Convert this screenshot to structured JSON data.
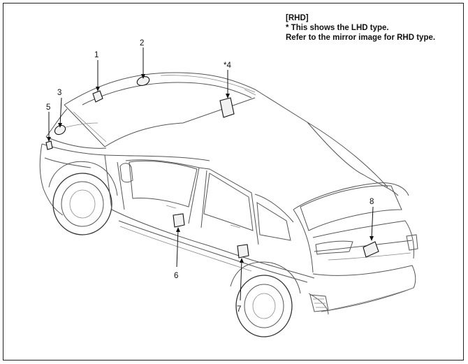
{
  "note": {
    "line1": "[RHD]",
    "line2": "* This shows the LHD type.",
    "line3": "Refer to the mirror image for RHD type."
  },
  "callouts": [
    {
      "id": "1",
      "label": "1"
    },
    {
      "id": "2",
      "label": "2"
    },
    {
      "id": "3",
      "label": "3"
    },
    {
      "id": "4",
      "label": "*4"
    },
    {
      "id": "5",
      "label": "5"
    },
    {
      "id": "6",
      "label": "6"
    },
    {
      "id": "7",
      "label": "7"
    },
    {
      "id": "8",
      "label": "8"
    }
  ]
}
